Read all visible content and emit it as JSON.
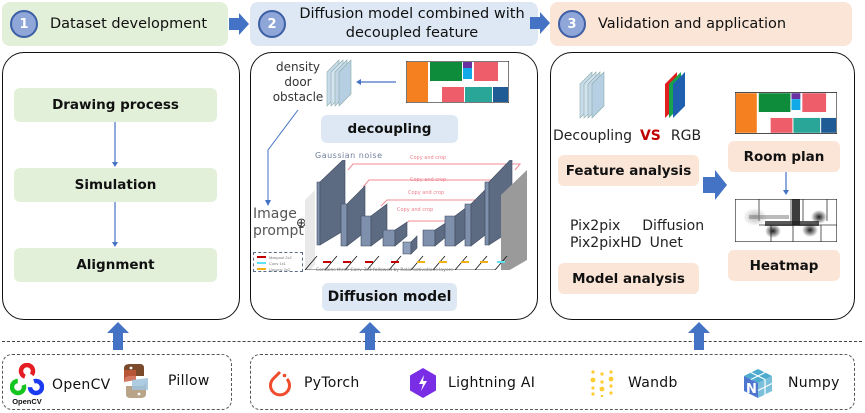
{
  "stages": [
    {
      "number": "1",
      "title": "Dataset development"
    },
    {
      "number": "2",
      "title_line1": "Diffusion model combined with",
      "title_line2": "decoupled feature"
    },
    {
      "number": "3",
      "title": "Validation and application"
    }
  ],
  "dataset_development": {
    "steps": [
      "Drawing process",
      "Simulation",
      "Alignment"
    ]
  },
  "diffusion_panel": {
    "channel_labels": [
      "density",
      "door",
      "obstacle"
    ],
    "decoupling_label": "decoupling",
    "image_prompt": [
      "Image",
      "prompt"
    ],
    "plus_symbol": "⊕",
    "gaussian_noise_label": "Gaussian noise",
    "skip_labels": [
      "Copy and crop",
      "Copy and crop",
      "Copy and crop",
      "Copy and crop"
    ],
    "legend": [
      "Maxpool 2x2",
      "Conv 1x1",
      "Upconv 2x2"
    ],
    "caption": "Contains three Conv 3x3 followed by ReLU activations layers",
    "diffusion_model_label": "Diffusion model"
  },
  "validation_panel": {
    "decoupling_text": "Decoupling",
    "vs_text": "VS",
    "rgb_text": "RGB",
    "feature_analysis": "Feature analysis",
    "models": [
      "Pix2pix",
      "Diffusion",
      "Pix2pixHD",
      "Unet"
    ],
    "model_analysis": "Model analysis",
    "room_plan": "Room plan",
    "heatmap": "Heatmap"
  },
  "tools": {
    "group1": [
      "OpenCV",
      "Pillow"
    ],
    "opencv_logo_text": "OpenCV",
    "group2": [
      "PyTorch",
      "Lightning AI",
      "Wandb",
      "Numpy"
    ]
  },
  "colors": {
    "green_box": "#e2efd9",
    "blue_box": "#dde8f4",
    "peach_box": "#fbe5d6",
    "arrow_blue": "#4472c4",
    "vs_red": "#c00000",
    "room_orange": "#f4801f",
    "room_green": "#0e8c3b",
    "room_pink": "#ee5e6a",
    "room_teal": "#2aa698",
    "room_navy": "#1f5c96",
    "room_purple": "#6a2fa0",
    "room_cyan": "#12a9e8"
  }
}
